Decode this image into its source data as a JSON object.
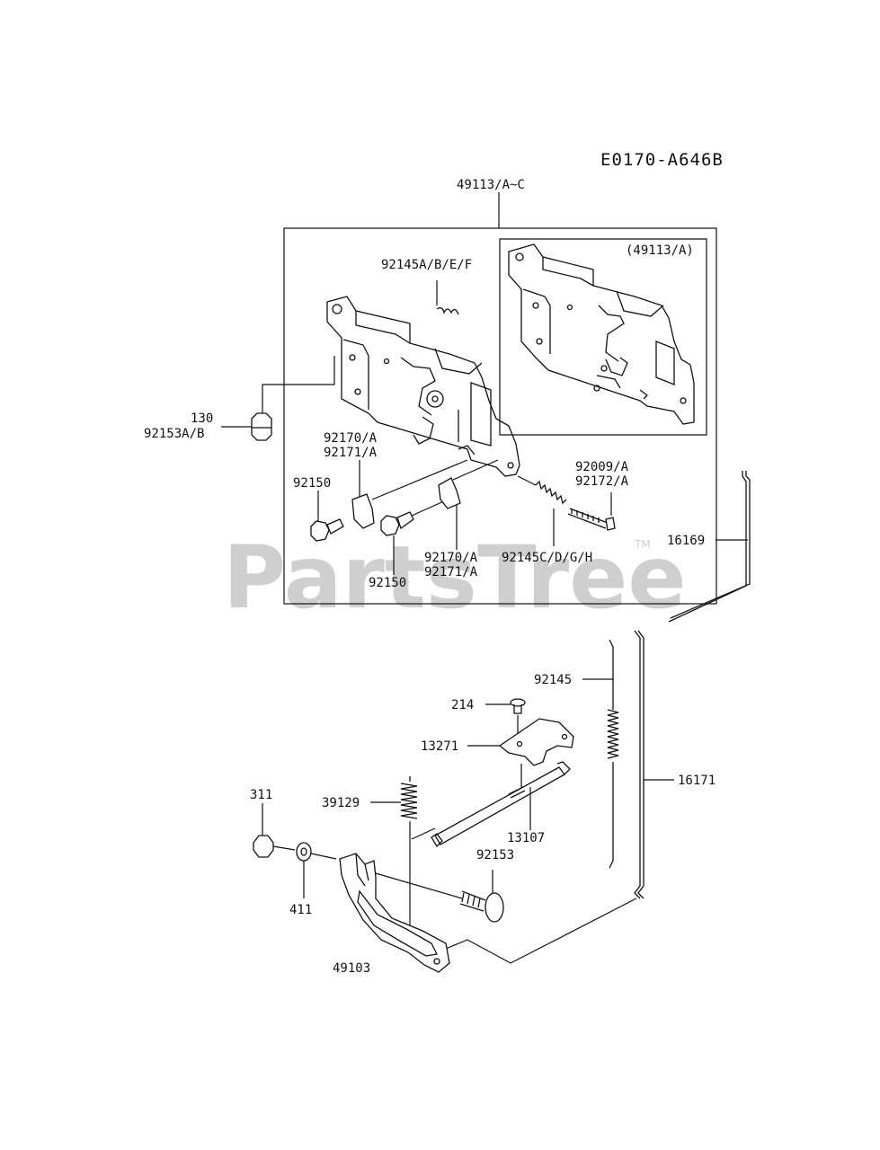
{
  "diagram_code": "E0170-A646B",
  "watermark": {
    "text": "PartsTree",
    "trademark": "TM"
  },
  "callouts": {
    "assembly": "49113/A~C",
    "inset": "(49113/A)",
    "spring_top": "92145A/B/E/F",
    "bolt_130": "130",
    "bolt_92153ab": "92153A/B",
    "clip_upper_a": "92170/A",
    "clip_upper_b": "92171/A",
    "screw_left": "92150",
    "screw_bottom": "92150",
    "clip_lower_a": "92170/A",
    "clip_lower_b": "92171/A",
    "spring_mid": "92145C/D/G/H",
    "screw_right_a": "92009/A",
    "screw_right_b": "92172/A",
    "rod_16169": "16169",
    "spring_92145": "92145",
    "rod_16171": "16171",
    "screw_214": "214",
    "plate_13271": "13271",
    "shaft_13107": "13107",
    "spring_39129": "39129",
    "nut_311": "311",
    "washer_411": "411",
    "bolt_92153": "92153",
    "lever_49103": "49103"
  },
  "colors": {
    "line": "#111111",
    "watermark": "#cfcfcf",
    "background": "#ffffff"
  }
}
